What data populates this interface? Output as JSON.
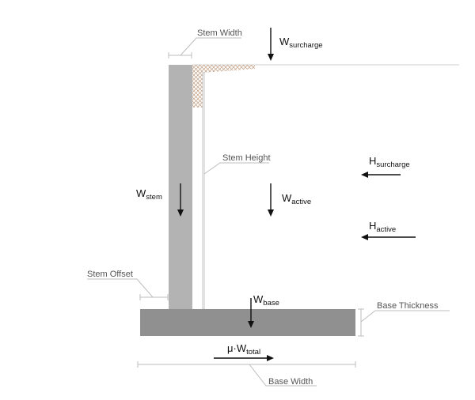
{
  "labels": {
    "stem_width": "Stem Width",
    "stem_height": "Stem Height",
    "stem_offset": "Stem Offset",
    "base_thickness": "Base Thickness",
    "base_width": "Base Width"
  },
  "forces": {
    "w_surcharge": {
      "main": "W",
      "sub": "surcharge"
    },
    "w_stem": {
      "main": "W",
      "sub": "stem"
    },
    "w_active": {
      "main": "W",
      "sub": "active"
    },
    "h_surcharge": {
      "main": "H",
      "sub": "surcharge"
    },
    "h_active": {
      "main": "H",
      "sub": "active"
    },
    "w_base": {
      "main": "W",
      "sub": "base"
    },
    "mu_w_total": {
      "main": "μ·W",
      "sub": "total"
    }
  },
  "colors": {
    "stem": "#b3b3b3",
    "base": "#909090",
    "soil_hatch": "#c9a990",
    "dimension": "#bdbdbd",
    "arrow": "#111111"
  }
}
